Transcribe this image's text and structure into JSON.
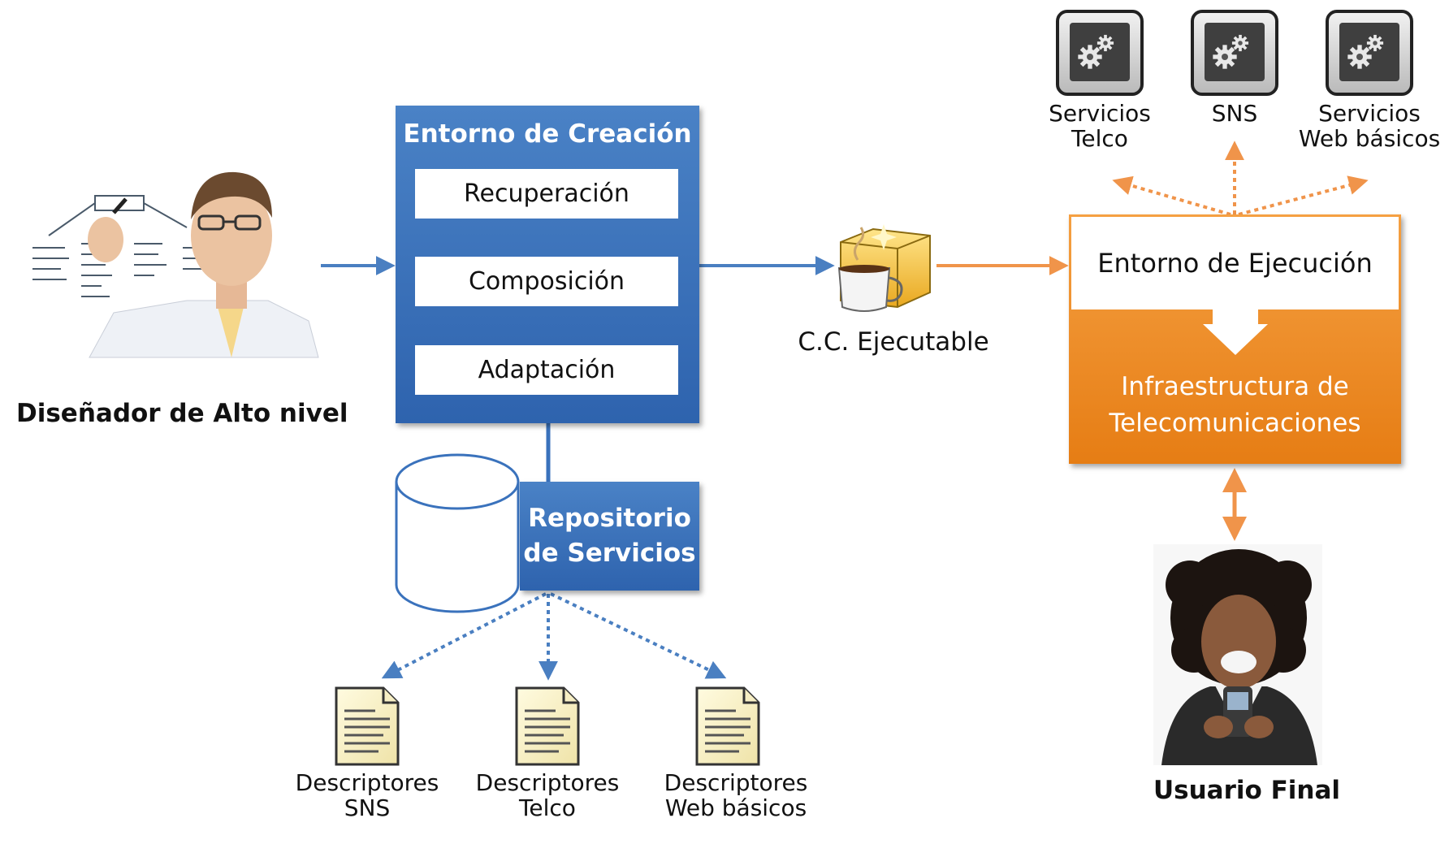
{
  "designer": {
    "label": "Diseñador de Alto nivel"
  },
  "creation": {
    "title": "Entorno de Creación",
    "steps": [
      "Recuperación",
      "Composición",
      "Adaptación"
    ]
  },
  "repository": {
    "line1": "Repositorio",
    "line2": "de Servicios"
  },
  "descriptors": [
    {
      "line1": "Descriptores",
      "line2": "SNS"
    },
    {
      "line1": "Descriptores",
      "line2": "Telco"
    },
    {
      "line1": "Descriptores",
      "line2": "Web básicos"
    }
  ],
  "executable": {
    "label": "C.C. Ejecutable"
  },
  "execution": {
    "title": "Entorno de Ejecución",
    "infra_line1": "Infraestructura de",
    "infra_line2": "Telecomunicaciones"
  },
  "services": [
    {
      "line1": "Servicios",
      "line2": "Telco"
    },
    {
      "line1": "SNS",
      "line2": ""
    },
    {
      "line1": "Servicios",
      "line2": "Web básicos"
    }
  ],
  "end_user": {
    "label": "Usuario Final"
  },
  "colors": {
    "blue": "#3a72bc",
    "orange": "#f08a2a",
    "blue_arrow": "#4a7fc1",
    "orange_arrow": "#f0944a"
  }
}
